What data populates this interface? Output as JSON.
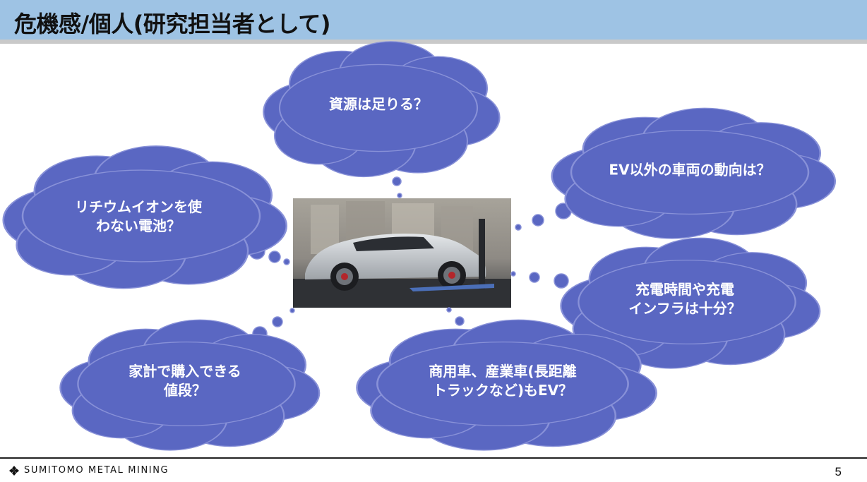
{
  "slide": {
    "title": "危機感/個人(研究担当者として)",
    "page_number": "5"
  },
  "clouds": [
    {
      "id": "resources",
      "lines": [
        "資源は足りる？"
      ]
    },
    {
      "id": "non-ev",
      "lines": [
        "EV以外の車両の動向は？"
      ]
    },
    {
      "id": "lithium",
      "lines": [
        "リチウムイオンを使",
        "わない電池？"
      ]
    },
    {
      "id": "charging",
      "lines": [
        "充電時間や充電",
        "インフラは十分？"
      ]
    },
    {
      "id": "price",
      "lines": [
        "家計で購入できる",
        "値段？"
      ]
    },
    {
      "id": "commercial",
      "lines": [
        "商用車、産業車(長距離",
        "トラックなど)もEV？"
      ]
    }
  ],
  "footer": {
    "logo_text": "SUMITOMO METAL MINING",
    "logo_icon": "diamond-cross-icon"
  },
  "colors": {
    "title_bar": "#9ec3e4",
    "cloud_fill": "#5a67c2",
    "cloud_stroke": "#8891d8"
  }
}
